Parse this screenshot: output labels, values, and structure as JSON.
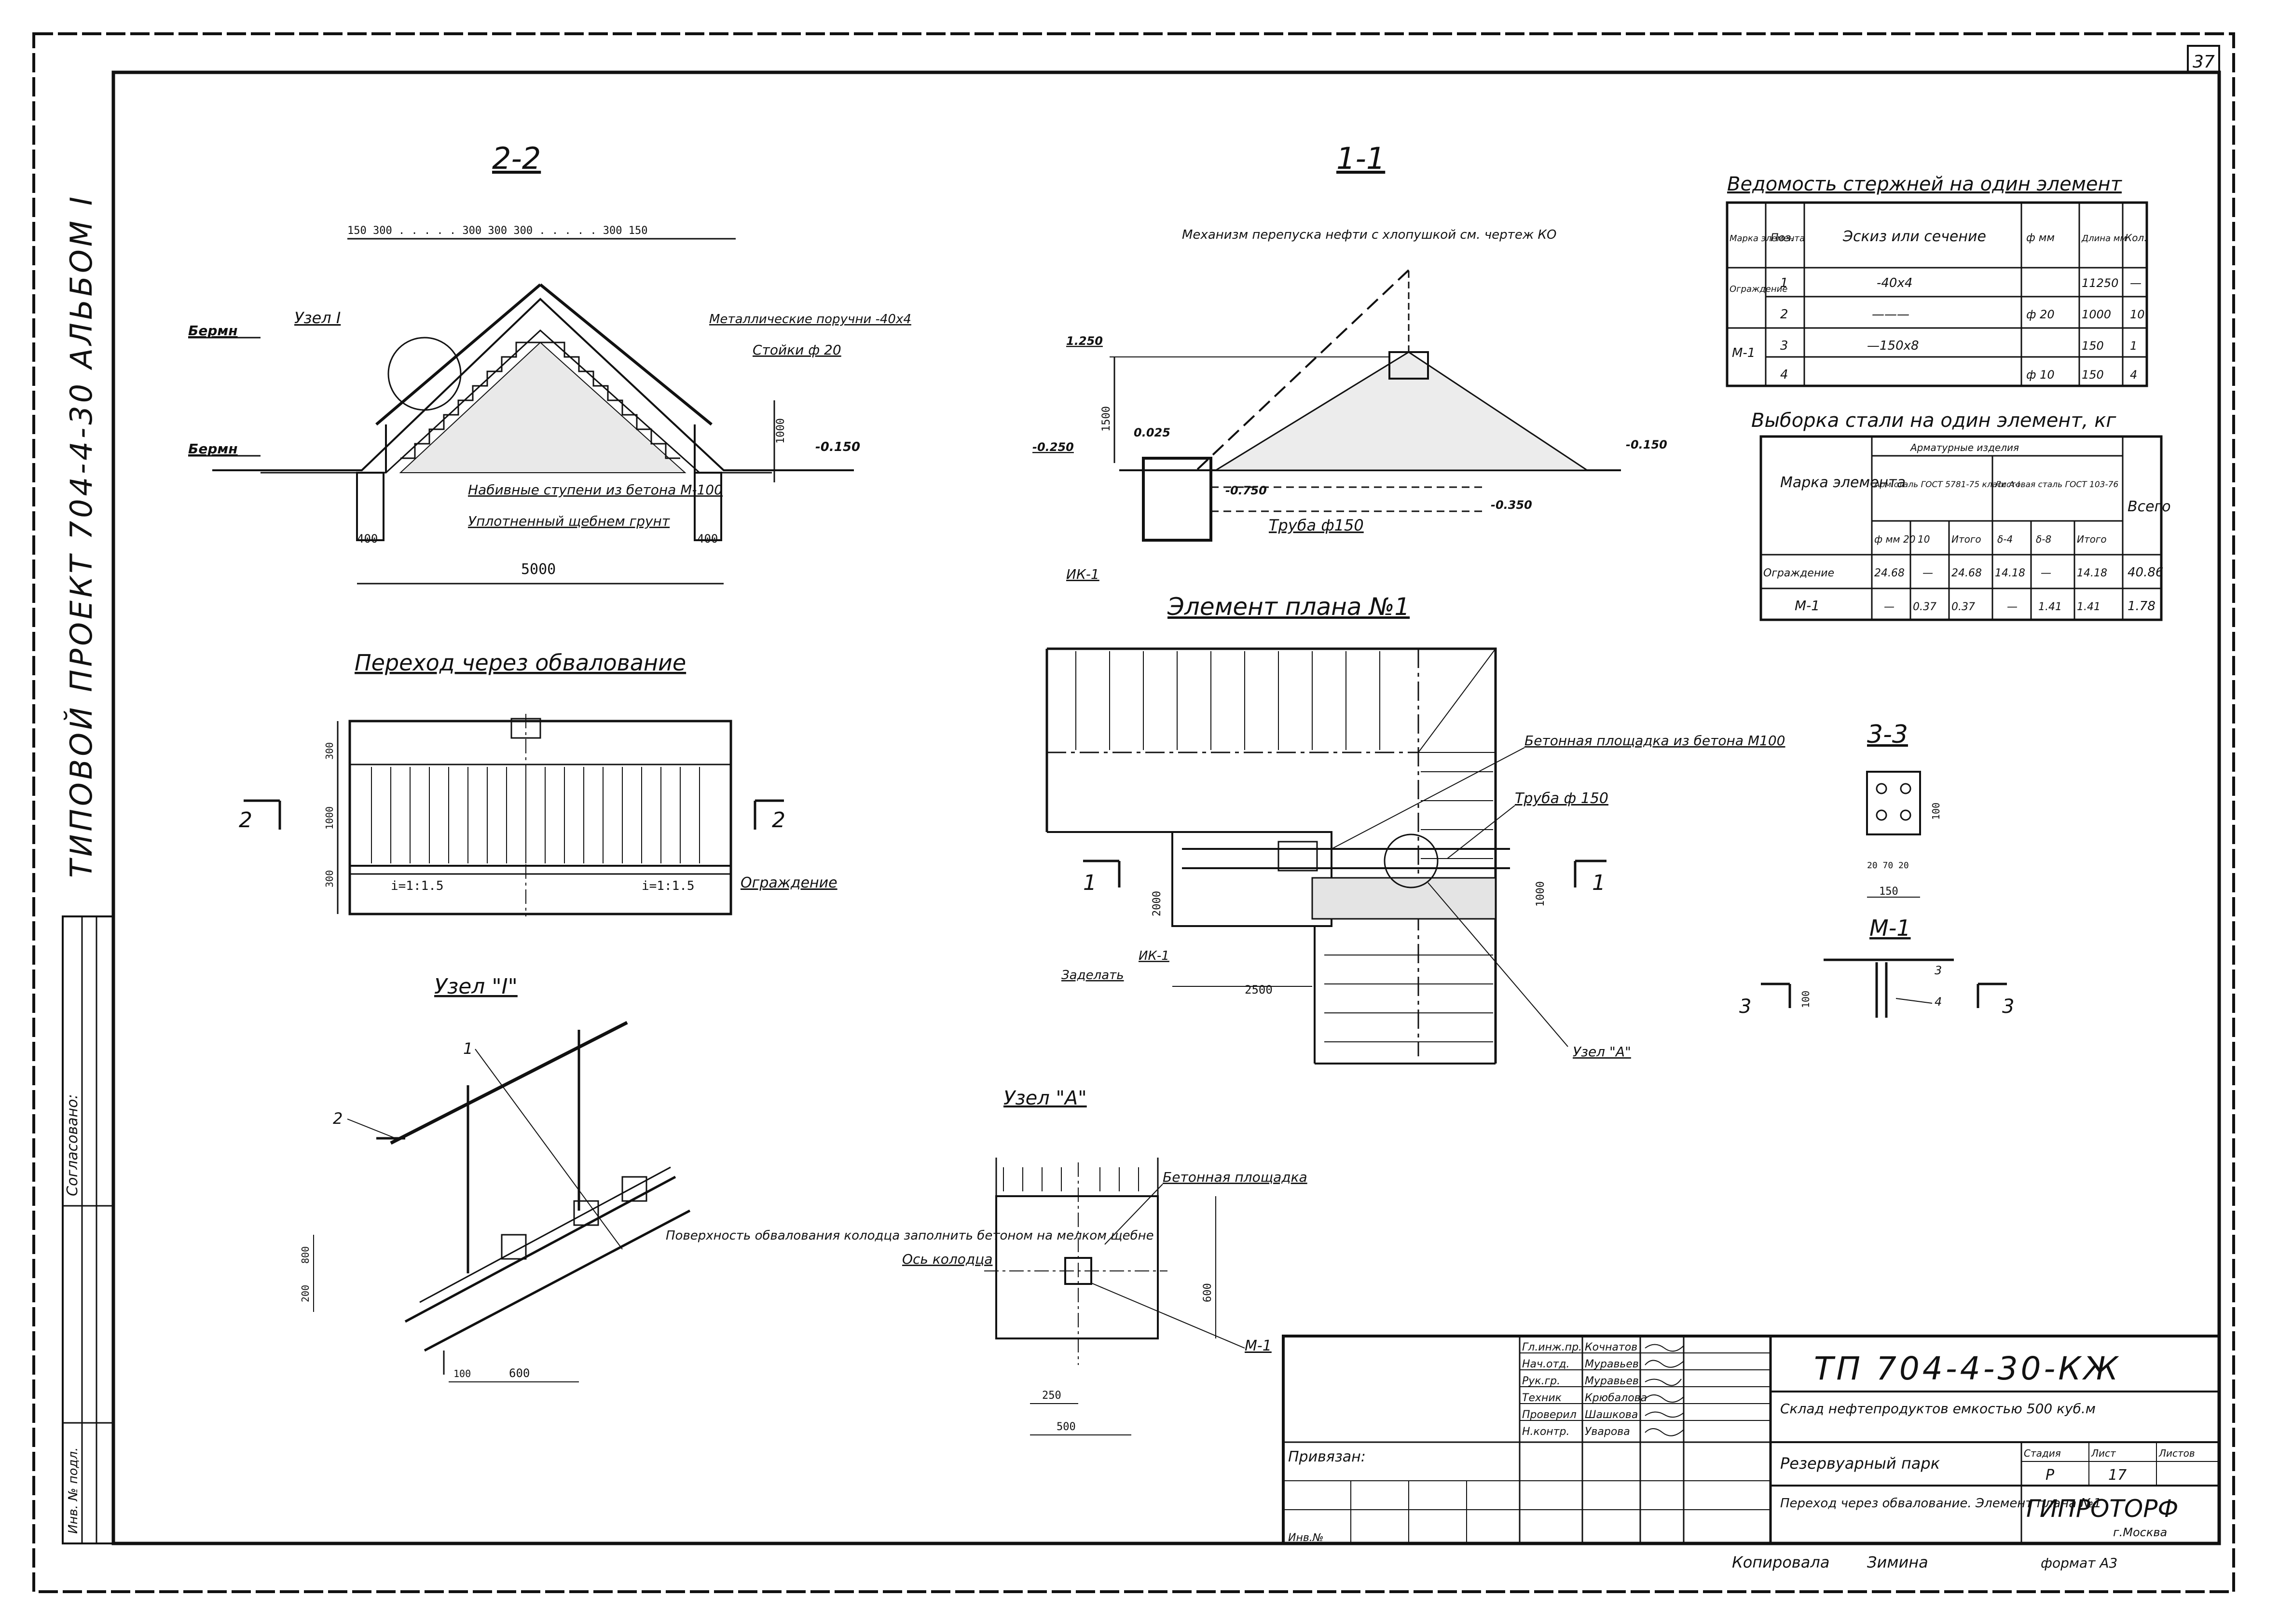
{
  "sheet": {
    "sheet_number": "37",
    "side_title": "ТИПОВОЙ ПРОЕКТ 704-4-30 АЛЬБОМ I",
    "side_stamp": "Согласовано:",
    "copied_by": "Копировала",
    "copier": "Зимина",
    "format": "формат А3",
    "inv_note": "Инв. № подл."
  },
  "views": {
    "s22": {
      "title": "2-2",
      "dim_top": "150 300 . . . . . 300 300 300 . . . . . 300 150",
      "node1": "Узел I",
      "berm_left_top": "Бермн",
      "berm_left_bot": "Бермн",
      "railing": "Металлические поручни -40х4",
      "posts": "Стойки ф 20",
      "level": "-0.150",
      "steps": "Набивные ступени из бетона М-100",
      "gravel": "Уплотненный щебнем грунт",
      "dim_400l": "400",
      "dim_400r": "400",
      "dim_5000": "5000",
      "dim_1000": "1000"
    },
    "s11": {
      "title": "1-1",
      "mechanism": "Механизм перепуска нефти с хлопушкой см. чертеж КО",
      "lvl_1250": "1.250",
      "lvl_0025": "0.025",
      "lvl_m0250": "-0.250",
      "lvl_m0150": "-0.150",
      "lvl_m0750": "-0.750",
      "lvl_m0350": "-0.350",
      "dim_1500": "1500",
      "pipe": "Труба ф150",
      "ik": "ИК-1"
    },
    "crossing": {
      "title": "Переход через обвалование",
      "mark_left": "2",
      "mark_right": "2",
      "slope_left": "i=1:1.5",
      "slope_right": "i=1:1.5",
      "fence": "Ограждение",
      "dim_a": "300",
      "dim_b": "1000",
      "dim_c": "300"
    },
    "plan": {
      "title": "Элемент плана №1",
      "platform": "Бетонная площадка из бетона М100",
      "pipe": "Труба ф 150",
      "mark_left": "1",
      "mark_right": "1",
      "ik": "ИК-1",
      "seal": "Заделать",
      "node_a": "Узел \"А\"",
      "dim_2500": "2500",
      "dim_2000": "2000",
      "dim_1000": "1000"
    },
    "nodeI": {
      "title": "Узел \"I\"",
      "pos1": "1",
      "pos2": "2",
      "surface": "Поверхность обвалования колодца заполнить бетоном на мелком щебне",
      "dim_600": "600",
      "dim_100": "100",
      "dim_800": "800",
      "dim_200": "200"
    },
    "nodeA": {
      "title": "Узел \"А\"",
      "platform": "Бетонная площадка",
      "axis": "Ось колодца",
      "m1": "М-1",
      "dim_250": "250",
      "dim_500": "500",
      "dim_600": "600"
    },
    "s33": {
      "title": "3-3",
      "dim_150": "150",
      "dim_20": "20 70 20",
      "dim_100": "100"
    },
    "m1": {
      "title": "М-1",
      "mark_left": "3",
      "mark_right": "3",
      "pos3": "3",
      "pos4": "4",
      "dim_100": "100"
    }
  },
  "rods_table": {
    "title": "Ведомость стержней на один элемент",
    "headers": [
      "Марка элемента",
      "Поз.",
      "Эскиз или сечение",
      "ф мм",
      "Длина мм",
      "Кол."
    ],
    "rows": [
      [
        "Ограждение",
        "1",
        "-40х4",
        "",
        "11250",
        "—"
      ],
      [
        "",
        "2",
        "———",
        "ф 20",
        "1000",
        "10"
      ],
      [
        "М-1",
        "3",
        "—150х8",
        "",
        "150",
        "1"
      ],
      [
        "",
        "4",
        "",
        "ф 10",
        "150",
        "4"
      ]
    ]
  },
  "steel_table": {
    "title": "Выборка стали на один элемент, кг",
    "h_mark": "Марка элемента",
    "h_group1": "Арматурные изделия",
    "h_sub1": "Арм.сталь ГОСТ 5781-75 класс А-I",
    "h_sub2": "Листовая сталь ГОСТ 103-76",
    "h_cols": [
      "ф мм 20",
      "10",
      "Итого",
      "δ-4",
      "δ-8",
      "Итого"
    ],
    "h_total": "Всего",
    "rows": [
      [
        "Ограждение",
        "24.68",
        "—",
        "24.68",
        "14.18",
        "—",
        "14.18",
        "40.86"
      ],
      [
        "М-1",
        "—",
        "0.37",
        "0.37",
        "—",
        "1.41",
        "1.41",
        "1.78"
      ]
    ]
  },
  "title_block": {
    "code": "ТП 704-4-30-КЖ",
    "object": "Склад нефтепродуктов емкостью 500 куб.м",
    "tank": "Резервуарный парк",
    "sheet_name": "Переход через обвалование. Элемент плана №1",
    "h_stage": "Стадия",
    "h_sheet": "Лист",
    "h_sheets": "Листов",
    "stage": "Р",
    "sheet": "17",
    "org": "ГИПРОТОРФ",
    "city": "г.Москва",
    "linked": "Привязан:",
    "inv_no": "Инв.№",
    "roles": [
      "Гл.инж.пр.",
      "Нач.отд.",
      "Рук.гр.",
      "Техник",
      "Проверил",
      "Н.контр."
    ],
    "names": [
      "Кочнатов",
      "Муравьев",
      "Муравьев",
      "Крюбалова",
      "Шашкова",
      "Уварова"
    ]
  }
}
